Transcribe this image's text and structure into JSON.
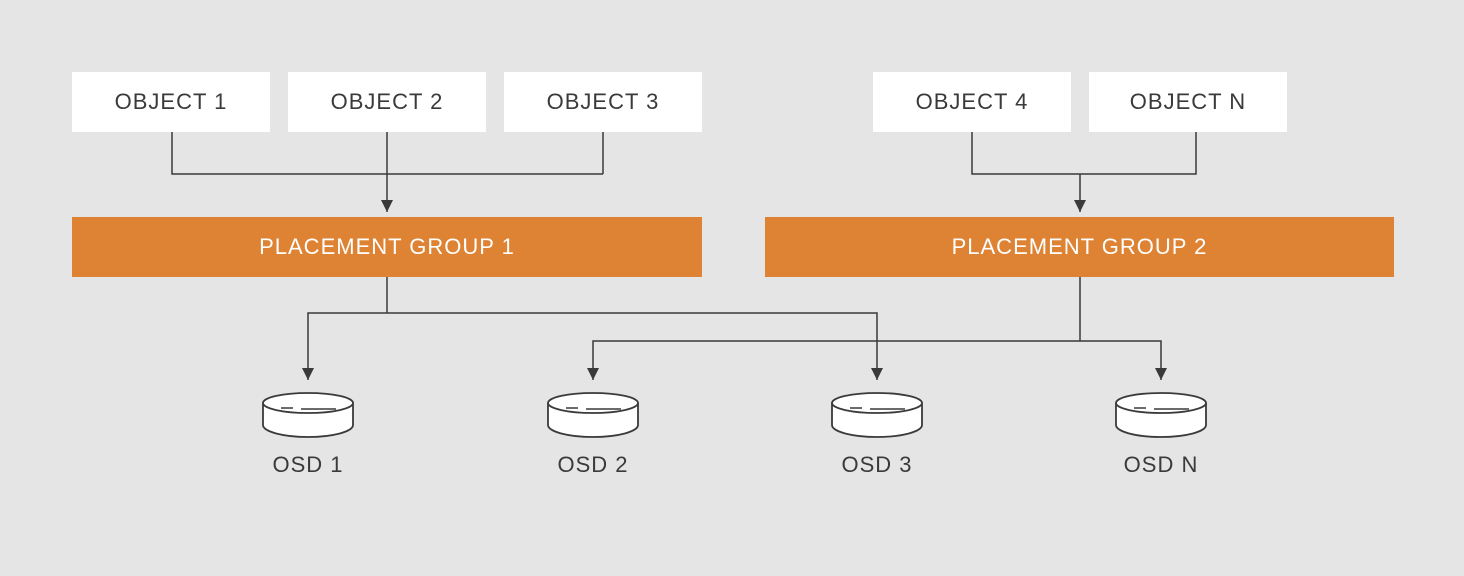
{
  "objects": [
    {
      "label": "OBJECT 1"
    },
    {
      "label": "OBJECT 2"
    },
    {
      "label": "OBJECT 3"
    },
    {
      "label": "OBJECT 4"
    },
    {
      "label": "OBJECT N"
    }
  ],
  "placement_groups": [
    {
      "label": "PLACEMENT GROUP 1"
    },
    {
      "label": "PLACEMENT GROUP 2"
    }
  ],
  "osds": [
    {
      "label": "OSD 1"
    },
    {
      "label": "OSD 2"
    },
    {
      "label": "OSD 3"
    },
    {
      "label": "OSD N"
    }
  ],
  "colors": {
    "background": "#e5e5e5",
    "object_box": "#ffffff",
    "placement_group": "#dd8333",
    "connector": "#3a3a3a"
  }
}
